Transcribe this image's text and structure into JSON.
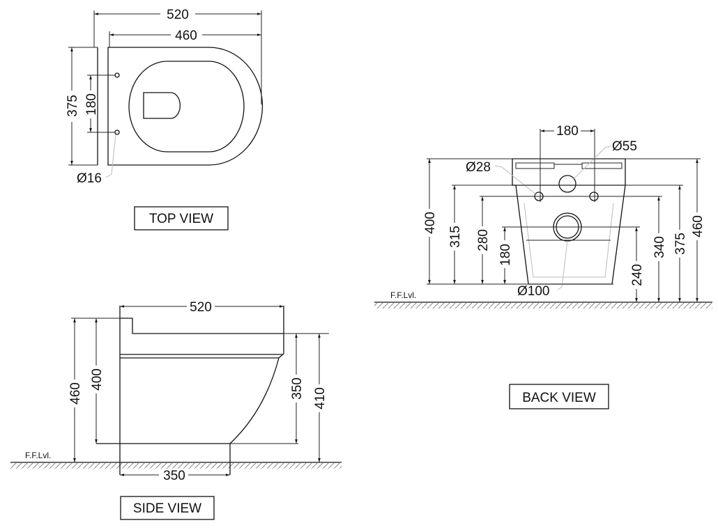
{
  "top_view": {
    "title": "TOP VIEW",
    "dims": {
      "overall_length": "520",
      "seat_length": "460",
      "width": "375",
      "hole_spacing": "180",
      "hole_dia": "Ø16"
    }
  },
  "back_view": {
    "title": "BACK VIEW",
    "floor_label": "F.F.Lvl.",
    "dims": {
      "hole_spacing": "180",
      "inlet_dia": "Ø55",
      "fix_hole_dia": "Ø28",
      "outlet_dia": "Ø100",
      "h400": "400",
      "h315": "315",
      "h280": "280",
      "h180": "180",
      "h240": "240",
      "h340": "340",
      "h375": "375",
      "h460": "460"
    }
  },
  "side_view": {
    "title": "SIDE VIEW",
    "floor_label": "F.F.Lvl.",
    "dims": {
      "length": "520",
      "base": "350",
      "h460": "460",
      "h400": "400",
      "h350": "350",
      "h410": "410"
    }
  }
}
